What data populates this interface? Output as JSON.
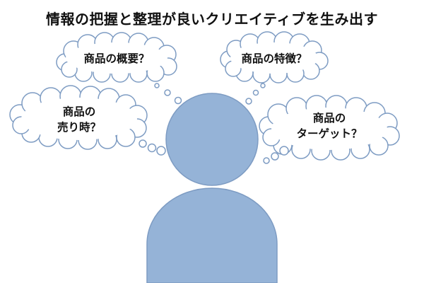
{
  "title": "情報の把握と整理が良いクリエイティブを生み出す",
  "colors": {
    "person_fill": "#95b3d7",
    "person_stroke": "#7e9cc3",
    "cloud_fill": "#ffffff",
    "cloud_stroke": "#7e9cc3"
  },
  "thoughts": {
    "overview": {
      "lines": [
        "商品の概要？"
      ]
    },
    "features": {
      "lines": [
        "商品の特徴？"
      ]
    },
    "timing": {
      "lines": [
        "商品の",
        "売り時？"
      ]
    },
    "target": {
      "lines": [
        "商品の",
        "ターゲット？"
      ]
    }
  }
}
